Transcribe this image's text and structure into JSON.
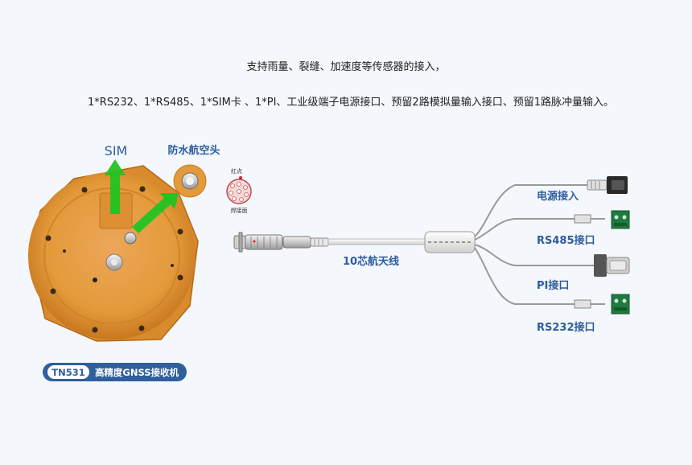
{
  "intro": {
    "line1": "支持雨量、裂缝、加速度等传感器的接入，",
    "line2": "1*RS232、1*RS485、1*SIM卡 、1*PI、工业级端子电源接口、预留2路模拟量输入接口、预留1路脉冲量输入。"
  },
  "device": {
    "sim_label": "SIM",
    "aviation_label": "防水航空头",
    "badge_model": "TN531",
    "badge_desc": "高精度GNSS接收机",
    "connector_top_text": "红点",
    "connector_bottom_text": "焊接面"
  },
  "cable": {
    "label": "10芯航天线",
    "branches": [
      {
        "label": "电源接入"
      },
      {
        "label": "RS485接口"
      },
      {
        "label": "PI接口"
      },
      {
        "label": "RS232接口"
      }
    ]
  },
  "colors": {
    "device_body": "#e39a3a",
    "device_edge": "#c8781f",
    "arrow_green": "#22c322",
    "label_blue": "#2e5d9f",
    "badge_bg": "#2f5f9c"
  }
}
